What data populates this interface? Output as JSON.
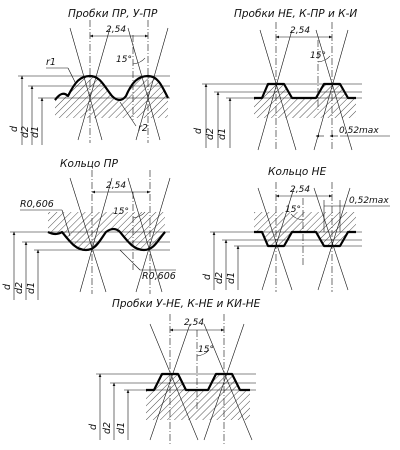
{
  "panels": [
    {
      "title": "Пробки ПР, У-ПР",
      "pitch": "2,54",
      "angle": "15°",
      "labels": {
        "r1": "r1",
        "r2": "r2",
        "d": "d",
        "d2": "d2",
        "d1": "d1"
      }
    },
    {
      "title": "Пробки НЕ, К-ПР и К-И",
      "pitch": "2,54",
      "angle": "15°",
      "flat": "0,52max",
      "labels": {
        "d": "d",
        "d2": "d2",
        "d1": "d1"
      }
    },
    {
      "title": "Кольцо ПР",
      "pitch": "2,54",
      "angle": "15°",
      "radius_top": "R0,606",
      "radius_bottom": "R0,606",
      "labels": {
        "d": "d",
        "d2": "d2",
        "d1": "d1"
      }
    },
    {
      "title": "Кольцо НЕ",
      "pitch": "2,54",
      "angle": "15°",
      "flat": "0,52max",
      "labels": {
        "d": "d",
        "d2": "d2",
        "d1": "d1"
      }
    },
    {
      "title": "Пробки У-НЕ, К-НЕ и КИ-НЕ",
      "pitch": "2,54",
      "angle": "15°",
      "labels": {
        "d": "d",
        "d2": "d2",
        "d1": "d1"
      }
    }
  ]
}
